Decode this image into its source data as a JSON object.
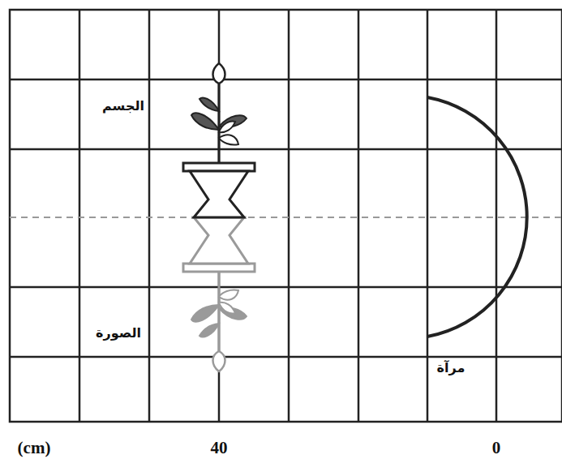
{
  "diagram": {
    "labels": [
      "الجسم",
      "الصورة",
      "مرآة",
      "(cm)",
      "40",
      "0"
    ]
  }
}
